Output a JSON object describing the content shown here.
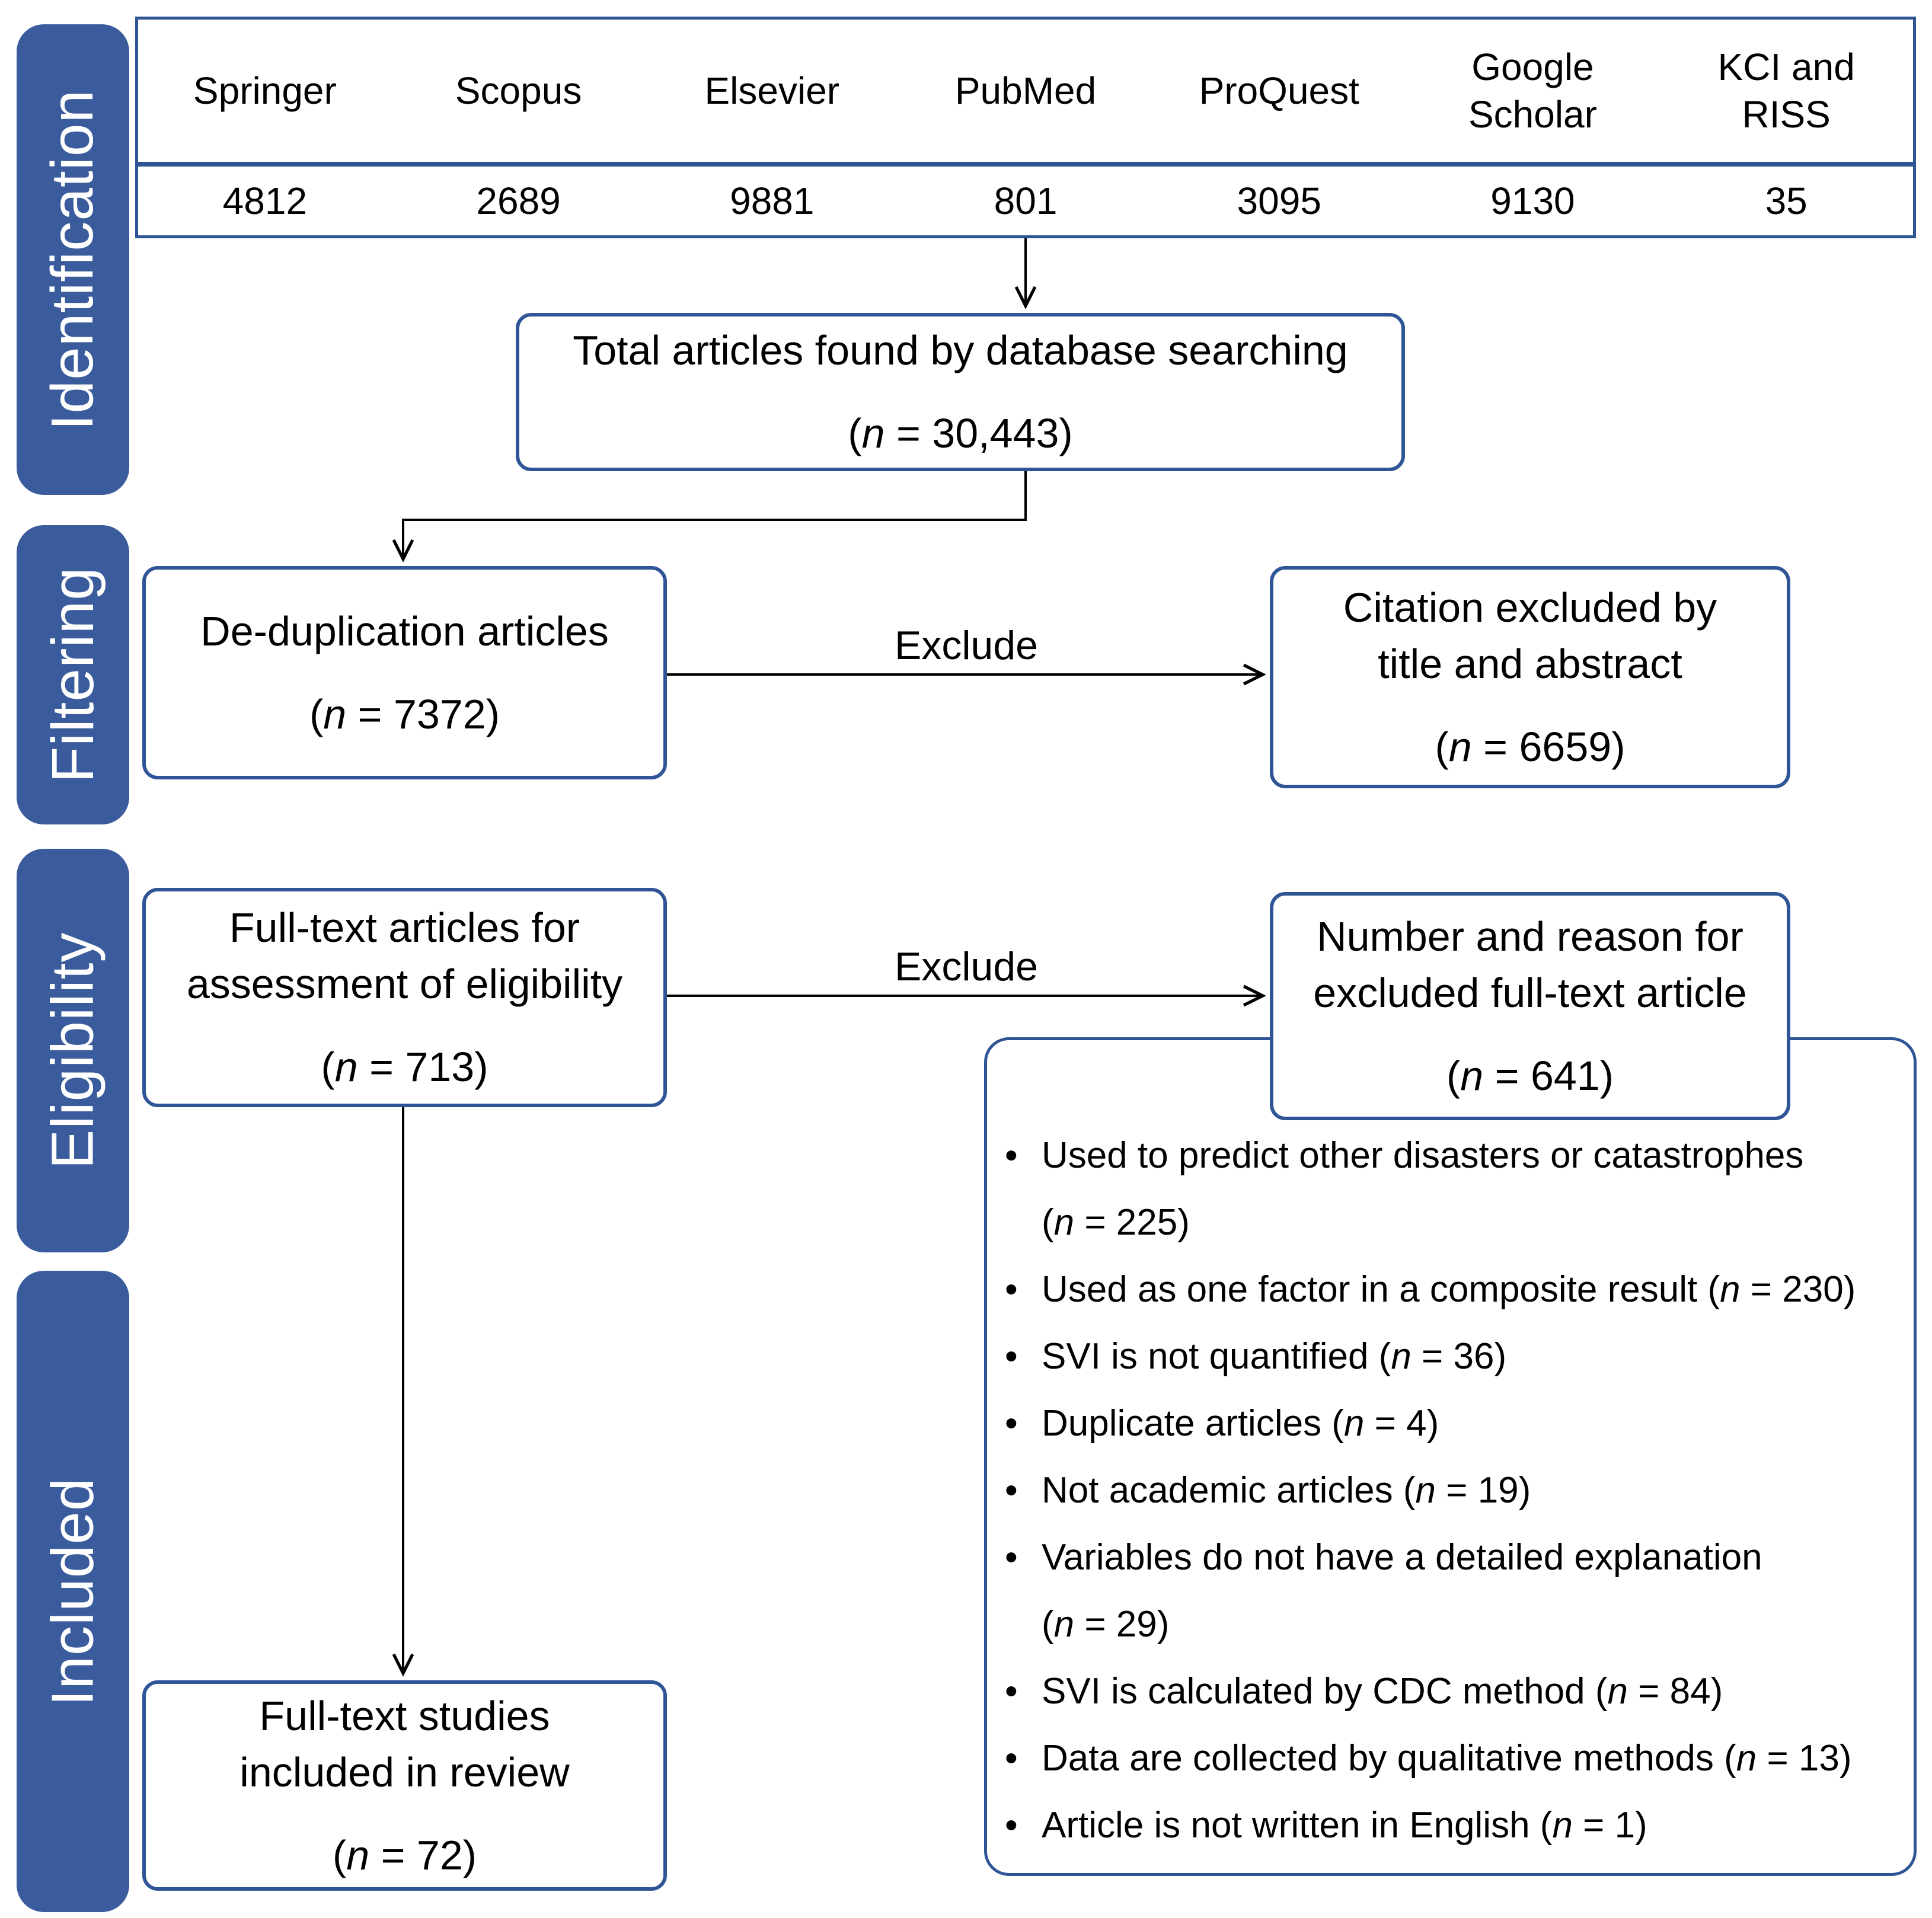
{
  "colors": {
    "accent": "#2f5597",
    "sidebar": "#3a5c9c",
    "line": "#000000",
    "text": "#000000",
    "bg": "#ffffff"
  },
  "sidebar": {
    "stages": [
      {
        "label": "Identification"
      },
      {
        "label": "Filtering"
      },
      {
        "label": "Eligibility"
      },
      {
        "label": "Included"
      }
    ]
  },
  "table": {
    "columns": [
      {
        "name": "Springer",
        "count": "4812"
      },
      {
        "name": "Scopus",
        "count": "2689"
      },
      {
        "name": "Elsevier",
        "count": "9881"
      },
      {
        "name": "PubMed",
        "count": "801"
      },
      {
        "name": "ProQuest",
        "count": "3095"
      },
      {
        "name": "Google Scholar",
        "count": "9130"
      },
      {
        "name": "KCI and RISS",
        "count": "35"
      }
    ]
  },
  "boxes": {
    "total": {
      "lines": [
        "Total articles found by database searching"
      ],
      "stat": "(n = 30,443)"
    },
    "dedup": {
      "lines": [
        "De-duplication articles"
      ],
      "stat": "(n = 7372)"
    },
    "citation_excluded": {
      "lines": [
        "Citation excluded by",
        "title and abstract"
      ],
      "stat": "(n = 6659)"
    },
    "fulltext_assessment": {
      "lines": [
        "Full-text articles for",
        "assessment of eligibility"
      ],
      "stat": "(n = 713)"
    },
    "excluded_reasons_header": {
      "lines": [
        "Number and reason for",
        "excluded full-text article"
      ],
      "stat": "(n = 641)"
    },
    "included_review": {
      "lines": [
        "Full-text studies",
        "included in review"
      ],
      "stat": "(n = 72)"
    }
  },
  "labels": {
    "exclude_1": "Exclude",
    "exclude_2": "Exclude"
  },
  "exclusion_reasons": [
    {
      "lines": [
        "Used to predict other disasters or catastrophes",
        "(n = 225)"
      ]
    },
    {
      "lines": [
        "Used as one factor in a composite result (n = 230)"
      ]
    },
    {
      "lines": [
        "SVI is not quantified (n = 36)"
      ]
    },
    {
      "lines": [
        "Duplicate articles (n = 4)"
      ]
    },
    {
      "lines": [
        "Not academic articles (n = 19)"
      ]
    },
    {
      "lines": [
        "Variables do not have a detailed explanation",
        "(n = 29)"
      ]
    },
    {
      "lines": [
        "SVI is calculated by CDC method (n = 84)"
      ]
    },
    {
      "lines": [
        "Data are collected by qualitative methods (n = 13)"
      ]
    },
    {
      "lines": [
        "Article is not written in English (n = 1)"
      ]
    }
  ]
}
